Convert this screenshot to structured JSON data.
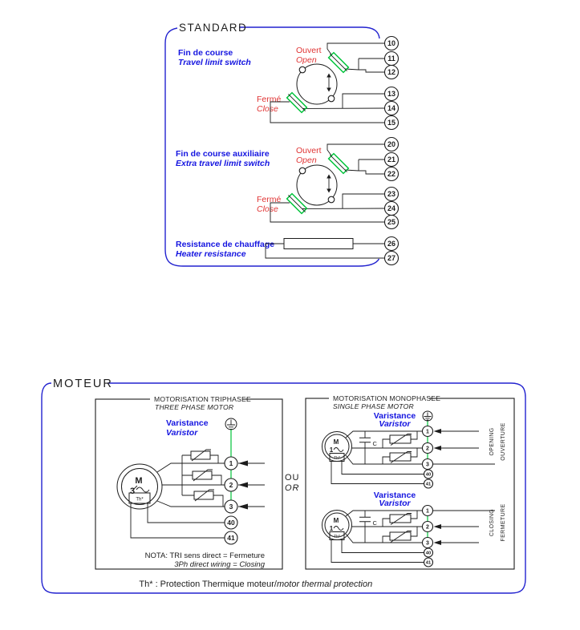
{
  "standard": {
    "title": "STANDARD",
    "fdc_fr": "Fin de course",
    "fdc_en": "Travel limit switch",
    "aux_fr": "Fin de course auxiliaire",
    "aux_en": "Extra travel limit switch",
    "heater_fr": "Resistance de chauffage",
    "heater_en": "Heater resistance",
    "sw1": {
      "open_fr": "Ouvert",
      "open_en": "Open",
      "close_fr": "Fermé",
      "close_en": "Close"
    },
    "sw2": {
      "open_fr": "Ouvert",
      "open_en": "Open",
      "close_fr": "Fermé",
      "close_en": "Close"
    },
    "terminals": [
      "10",
      "11",
      "12",
      "13",
      "14",
      "15",
      "20",
      "21",
      "22",
      "23",
      "24",
      "25",
      "26",
      "27"
    ]
  },
  "motor": {
    "title": "MOTEUR",
    "or_fr": "OU",
    "or_en": "OR",
    "tri": {
      "title_fr": "MOTORISATION TRIPHASEE",
      "title_en": "THREE PHASE MOTOR",
      "var_fr": "Varistance",
      "var_en": "Varistor",
      "m": "M",
      "ph": "3",
      "th": "Th*",
      "terminals": [
        "1",
        "2",
        "3",
        "40",
        "41"
      ],
      "nota_fr": "NOTA: TRI sens direct = Fermeture",
      "nota_en": "3Ph direct wiring = Closing"
    },
    "mono": {
      "title_fr": "MOTORISATION MONOPHASEE",
      "title_en": "SINGLE PHASE MOTOR",
      "open": {
        "var_fr": "Varistance",
        "var_en": "Varistor",
        "m": "M",
        "ph": "1",
        "th": "Th*",
        "cap": "C",
        "terminals": [
          "1",
          "2",
          "3",
          "40",
          "41"
        ],
        "dir_en": "OPENING",
        "dir_fr": "OUVERTURE"
      },
      "close": {
        "var_fr": "Varistance",
        "var_en": "Varistor",
        "m": "M",
        "ph": "1",
        "th": "Th*",
        "cap": "C",
        "terminals": [
          "1",
          "2",
          "3",
          "40",
          "41"
        ],
        "dir_en": "CLOSING",
        "dir_fr": "FERMETURE"
      }
    },
    "note_fr": "Th* : Protection Thermique moteur/",
    "note_en": "motor thermal protection"
  },
  "colors": {
    "border_blue": "#2222cf",
    "label_blue": "#1515e0",
    "label_red": "#e03434",
    "switch_green": "#00c33a",
    "wire_black": "#1c1c1c"
  }
}
